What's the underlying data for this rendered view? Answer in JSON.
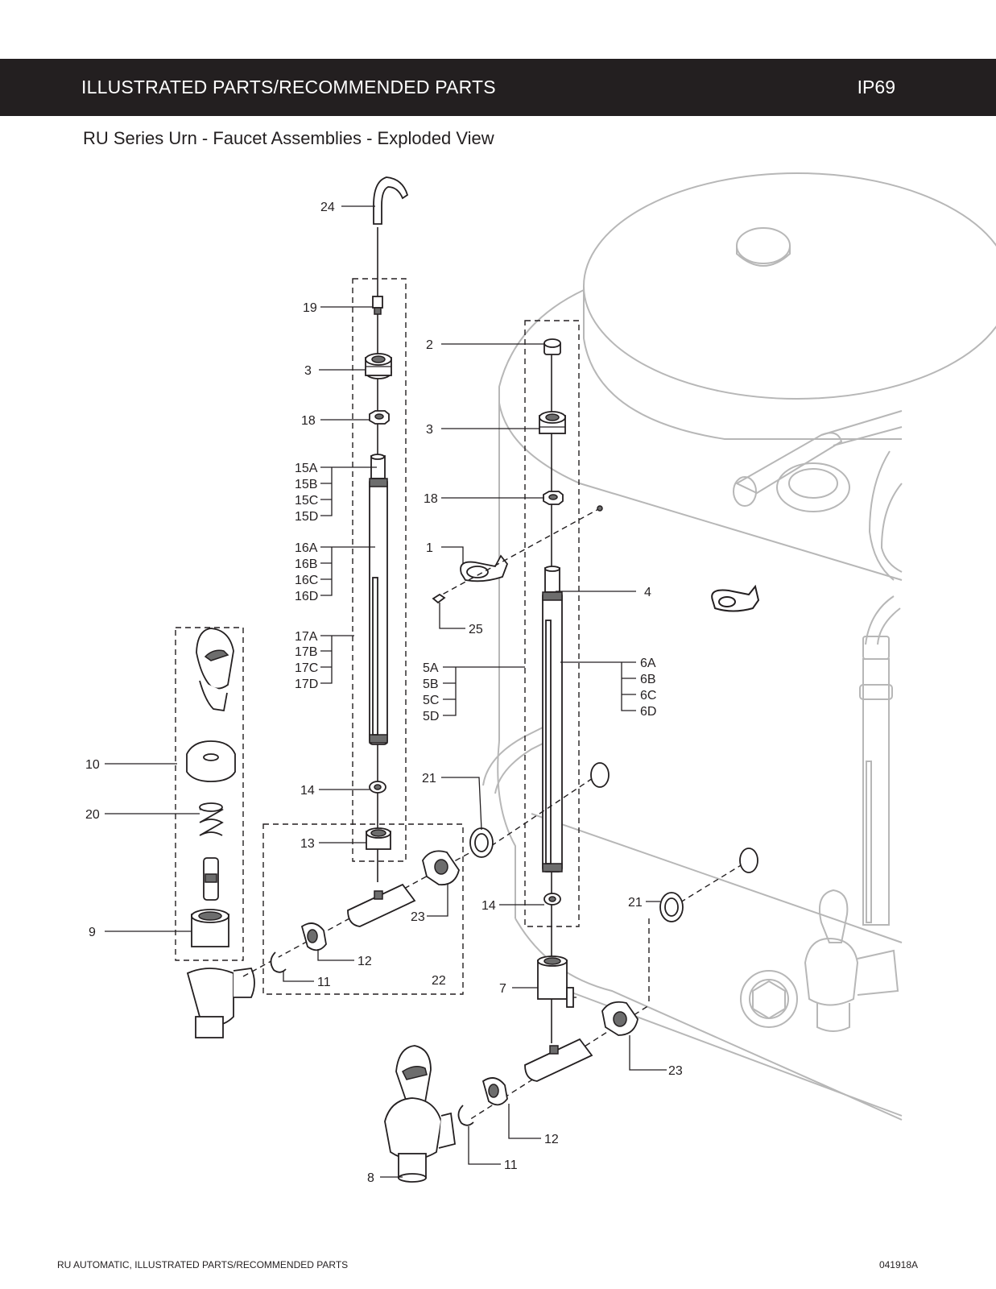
{
  "header": {
    "title": "ILLUSTRATED PARTS/RECOMMENDED PARTS",
    "code": "IP69"
  },
  "subtitle": "RU Series Urn - Faucet Assemblies - Exploded View",
  "callouts": {
    "c24": "24",
    "c19": "19",
    "c3a": "3",
    "c18a": "18",
    "c15": [
      "15A",
      "15B",
      "15C",
      "15D"
    ],
    "c16": [
      "16A",
      "16B",
      "16C",
      "16D"
    ],
    "c17": [
      "17A",
      "17B",
      "17C",
      "17D"
    ],
    "c14a": "14",
    "c13": "13",
    "c2": "2",
    "c3b": "3",
    "c18b": "18",
    "c1": "1",
    "c25": "25",
    "c4": "4",
    "c5": [
      "5A",
      "5B",
      "5C",
      "5D"
    ],
    "c6": [
      "6A",
      "6B",
      "6C",
      "6D"
    ],
    "c21a": "21",
    "c21b": "21",
    "c14b": "14",
    "c7": "7",
    "c10": "10",
    "c20": "20",
    "c9": "9",
    "c23a": "23",
    "c12a": "12",
    "c11a": "11",
    "c22": "22",
    "c23b": "23",
    "c12b": "12",
    "c11b": "11",
    "c8": "8"
  },
  "footer": {
    "left": "RU AUTOMATIC, ILLUSTRATED PARTS/RECOMMENDED PARTS",
    "right": "041918A"
  }
}
